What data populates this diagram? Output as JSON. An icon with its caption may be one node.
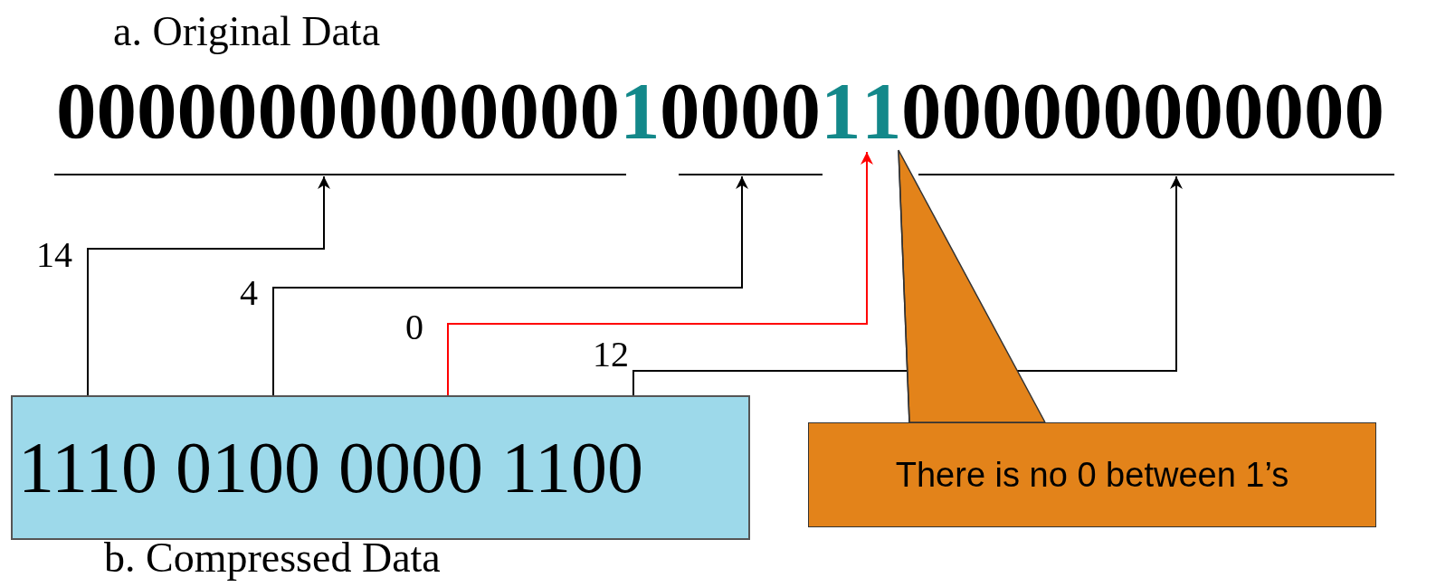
{
  "diagram": {
    "nodes": [
      {
        "text": [
          "00000000000000"
        ]
      },
      {
        "text": [
          "1"
        ]
      },
      {
        "text": [
          "0000"
        ]
      },
      {
        "text": [
          "1"
        ]
      },
      {
        "text": [
          "1"
        ]
      },
      {
        "text": [
          "000000000000"
        ]
      },
      {
        "text": [
          "1110 0100 0000 1100"
        ]
      },
      {
        "text": [
          "There is no 0 between 1’s"
        ]
      }
    ],
    "edges": [
      {
        "from": 6,
        "to": 0,
        "arrow": "to",
        "label": "14"
      },
      {
        "from": 6,
        "to": 2,
        "arrow": "to",
        "label": "4"
      },
      {
        "from": 6,
        "to": 4,
        "arrow": "to",
        "label": "0",
        "color": "#ff0000"
      },
      {
        "from": 6,
        "to": 5,
        "arrow": "to",
        "label": "12"
      },
      {
        "from": 7,
        "to": 4,
        "arrow": "none"
      }
    ],
    "labels": [
      "a. Original Data",
      "b. Compressed Data"
    ]
  }
}
